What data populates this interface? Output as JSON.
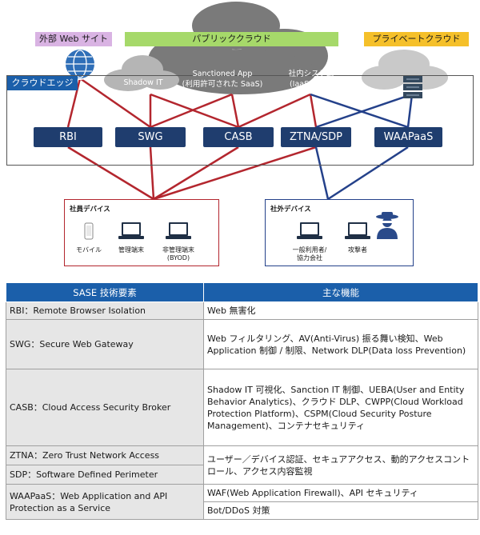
{
  "tags": {
    "external_web": "外部 Web サイト",
    "public_cloud": "パブリッククラウド",
    "private_cloud": "プライベートクラウド"
  },
  "cloud_edge": "クラウドエッジ",
  "clouds": {
    "shadow_it": "Shadow IT",
    "sanctioned_line1": "Sanctioned App",
    "sanctioned_line2": "(利用許可された SaaS)",
    "internal_line1": "社内システム",
    "internal_line2": "(IaaS/PaaS)"
  },
  "services": [
    "RBI",
    "SWG",
    "CASB",
    "ZTNA/SDP",
    "WAAPaaS"
  ],
  "employee_devices": {
    "title": "社員デバイス",
    "mobile": "モバイル",
    "managed": "管理端末",
    "byod": "非管理端末\n(BYOD)"
  },
  "external_devices": {
    "title": "社外デバイス",
    "general": "一般利用者/\n協力会社",
    "attacker": "攻撃者"
  },
  "colors": {
    "red_line": "#b3262e",
    "blue_line": "#24418a",
    "service_box": "#1f3d6e",
    "header_blue": "#1b5faa"
  },
  "table": {
    "headers": [
      "SASE 技術要素",
      "主な機能"
    ],
    "rows": [
      {
        "name": "RBI：Remote Browser Isolation",
        "func": "Web 無害化"
      },
      {
        "name": "SWG：Secure Web Gateway",
        "func": "Web フィルタリング、AV(Anti-Virus) 振る舞い検知、Web Application 制御 / 制限、Network DLP(Data loss Prevention)"
      },
      {
        "name": "CASB：Cloud Access Security Broker",
        "func": "Shadow IT 可視化、Sanction IT 制御、UEBA(User and Entity Behavior Analytics)、クラウド DLP、CWPP(Cloud Workload Protection Platform)、CSPM(Cloud Security Posture Management)、コンテナセキュリティ"
      },
      {
        "name": "ZTNA：Zero Trust Network Access",
        "func": "ユーザー／デバイス認証、セキュアアクセス、動的アクセスコントロール、アクセス内容監視"
      },
      {
        "name": "SDP：Software Defined Perimeter",
        "func": ""
      },
      {
        "name": "WAAPaaS：Web Application and API Protection as a Service",
        "func": "WAF(Web Application Firewall)、API セキュリティ"
      },
      {
        "name": "",
        "func": "Bot/DDoS 対策"
      }
    ]
  }
}
